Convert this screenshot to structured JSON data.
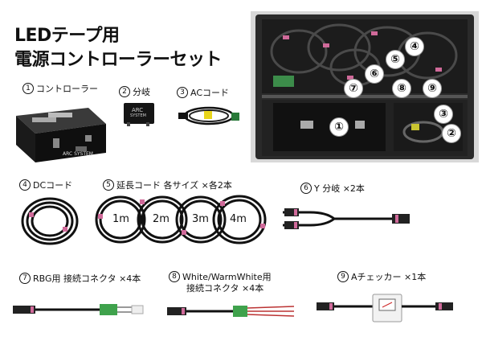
{
  "title": {
    "line1": "LEDテープ用",
    "line2": "電源コントローラーセット"
  },
  "items": [
    {
      "num": "①",
      "label": "コントローラー"
    },
    {
      "num": "②",
      "label": "分岐"
    },
    {
      "num": "③",
      "label": "ACコード"
    },
    {
      "num": "④",
      "label": "DCコード"
    },
    {
      "num": "⑤",
      "label": "延長コード 各サイズ ×各2本"
    },
    {
      "num": "⑥",
      "label": "Y 分岐 ×2本"
    },
    {
      "num": "⑦",
      "label": "RBG用 接続コネクタ ×4本"
    },
    {
      "num": "⑧",
      "label": "White/WarmWhite用",
      "label2": "接続コネクタ ×4本"
    },
    {
      "num": "⑨",
      "label": "Aチェッカー ×1本"
    }
  ],
  "extension_sizes": [
    "1m",
    "2m",
    "3m",
    "4m"
  ],
  "controller_branding": {
    "front": "ARC SYSTEM",
    "branch": "ARC",
    "branch_sub": "SYSTEM"
  },
  "case_numbers": [
    "①",
    "②",
    "③",
    "④",
    "⑤",
    "⑥",
    "⑦",
    "⑧",
    "⑨"
  ]
}
